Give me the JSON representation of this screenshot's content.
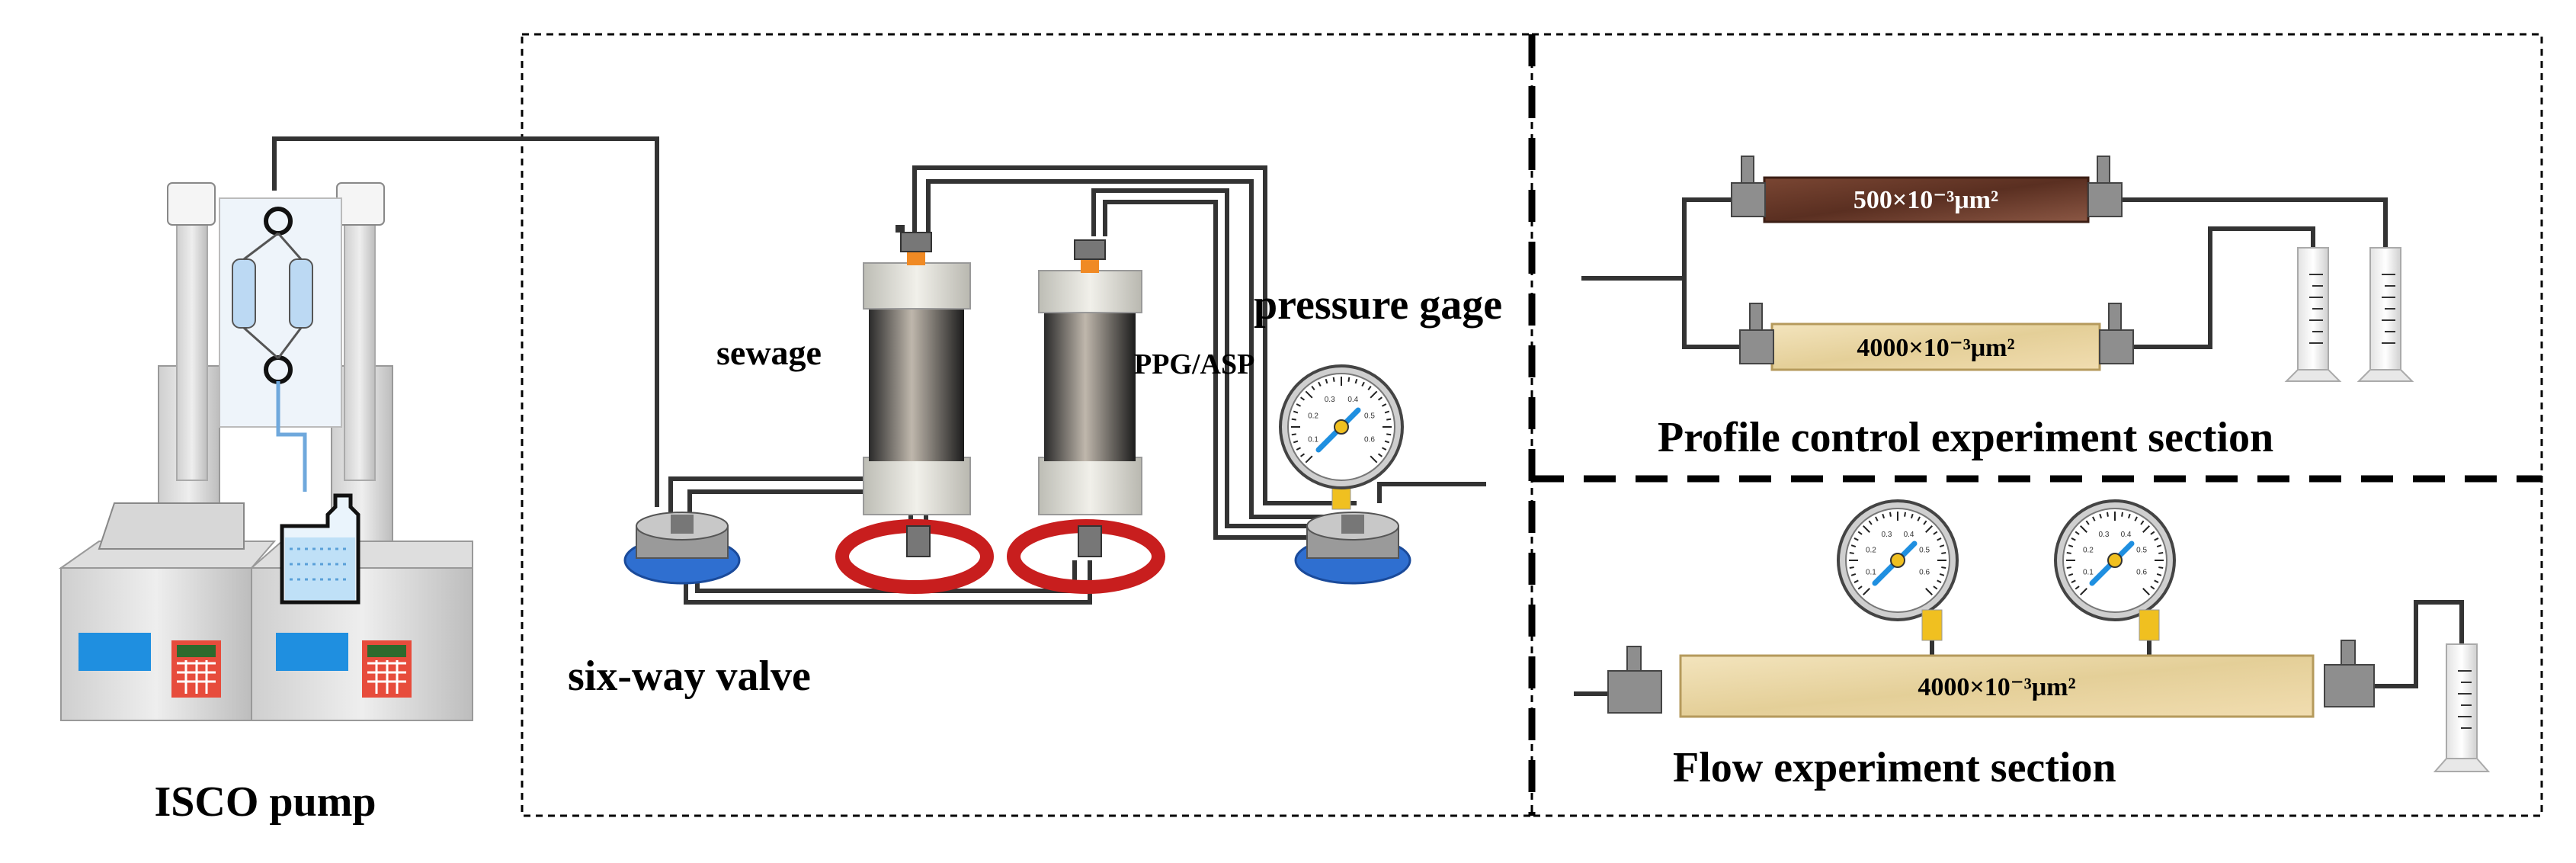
{
  "labels": {
    "isco_pump": "ISCO pump",
    "six_way_valve": "six-way valve",
    "sewage": "sewage",
    "ppg_asp": "PPG/ASP",
    "pressure_gage": "pressure gage",
    "profile_section": "Profile control experiment section",
    "flow_section": "Flow experiment section"
  },
  "cores": {
    "low_perm": "500×10⁻³μm²",
    "high_perm": "4000×10⁻³μm²",
    "flow_core": "4000×10⁻³μm²"
  },
  "gauge_ticks": [
    "0.1",
    "0.2",
    "0.3",
    "0.4",
    "0.5",
    "0.6"
  ],
  "colors": {
    "pipe": "#333333",
    "dark_core": "#6b3a2a",
    "light_core": "#ecd9a8",
    "base_blue": "#2f6fd0",
    "ring_red": "#c81e1e",
    "screen_blue": "#1f8fe0"
  }
}
